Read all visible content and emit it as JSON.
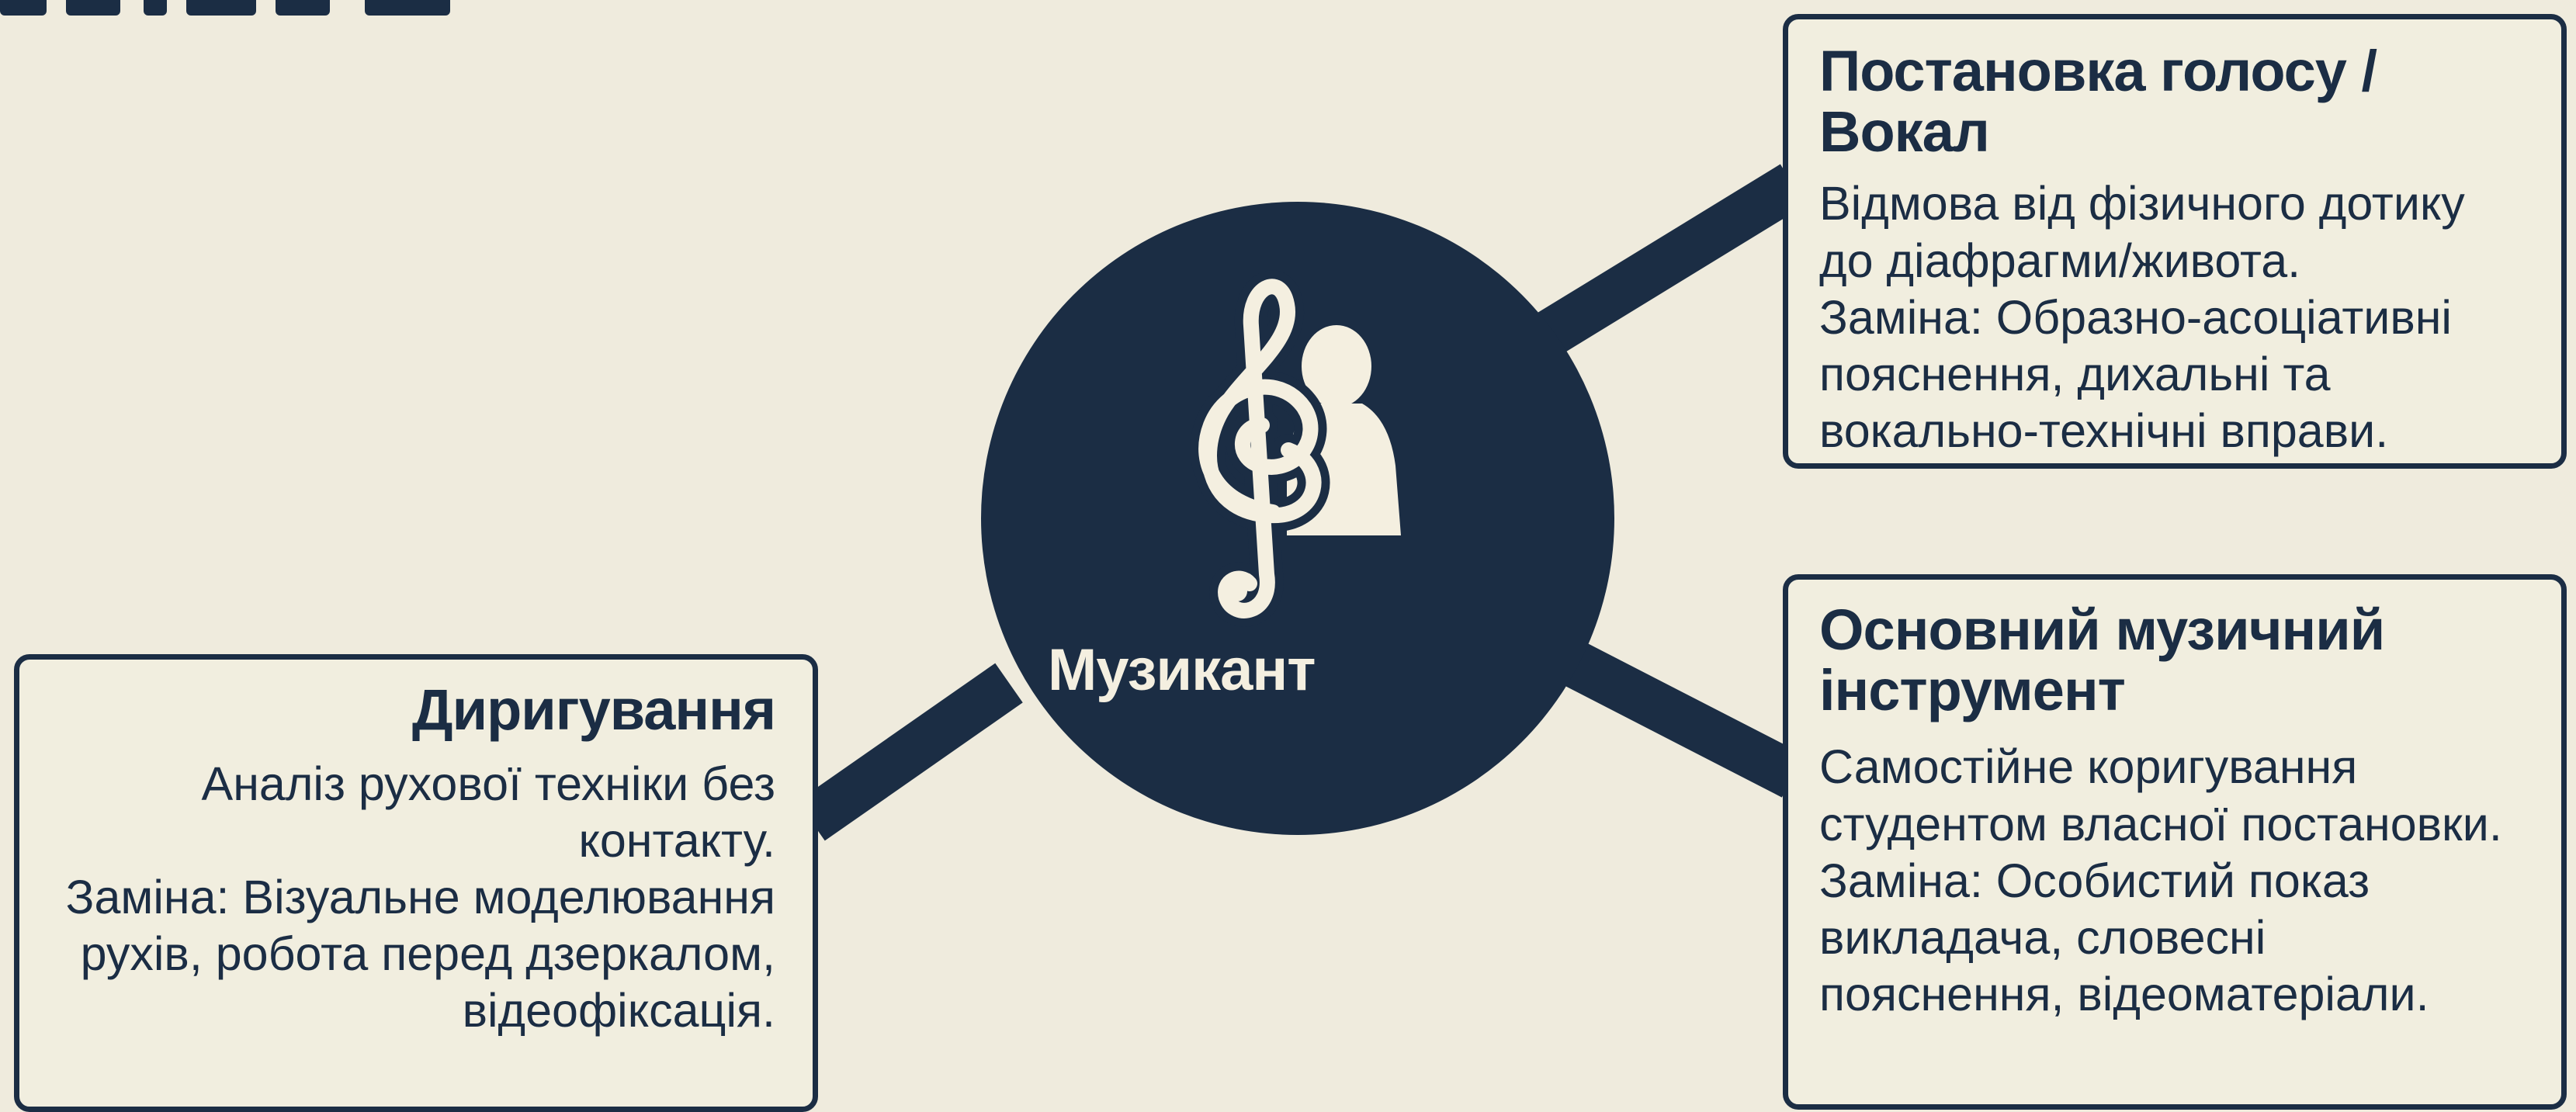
{
  "hub": {
    "label": "Музикант",
    "icon": "treble-clef-person-icon"
  },
  "cards": {
    "voice": {
      "title": "Постановка голосу / Вокал",
      "body": "Відмова від фізичного дотику\nдо діафрагми/живота.\nЗаміна: Образно-асоціативні\nпояснення, дихальні та\nвокально-технічні вправи."
    },
    "instrument": {
      "title": "Основний музичний інструмент",
      "body": "Самостійне коригування\nстудентом власної постановки.\nЗаміна: Особистий показ\nвикладача, словесні\nпояснення, відеоматеріали."
    },
    "conducting": {
      "title": "Диригування",
      "body": "Аналіз рухової техніки без\nконтакту.\nЗаміна: Візуальне моделювання\nрухів, робота перед дзеркалом,\nвідеофіксація."
    }
  },
  "colors": {
    "background": "#efebdd",
    "primary": "#1b2d44",
    "hub_text": "#f4efe0"
  }
}
